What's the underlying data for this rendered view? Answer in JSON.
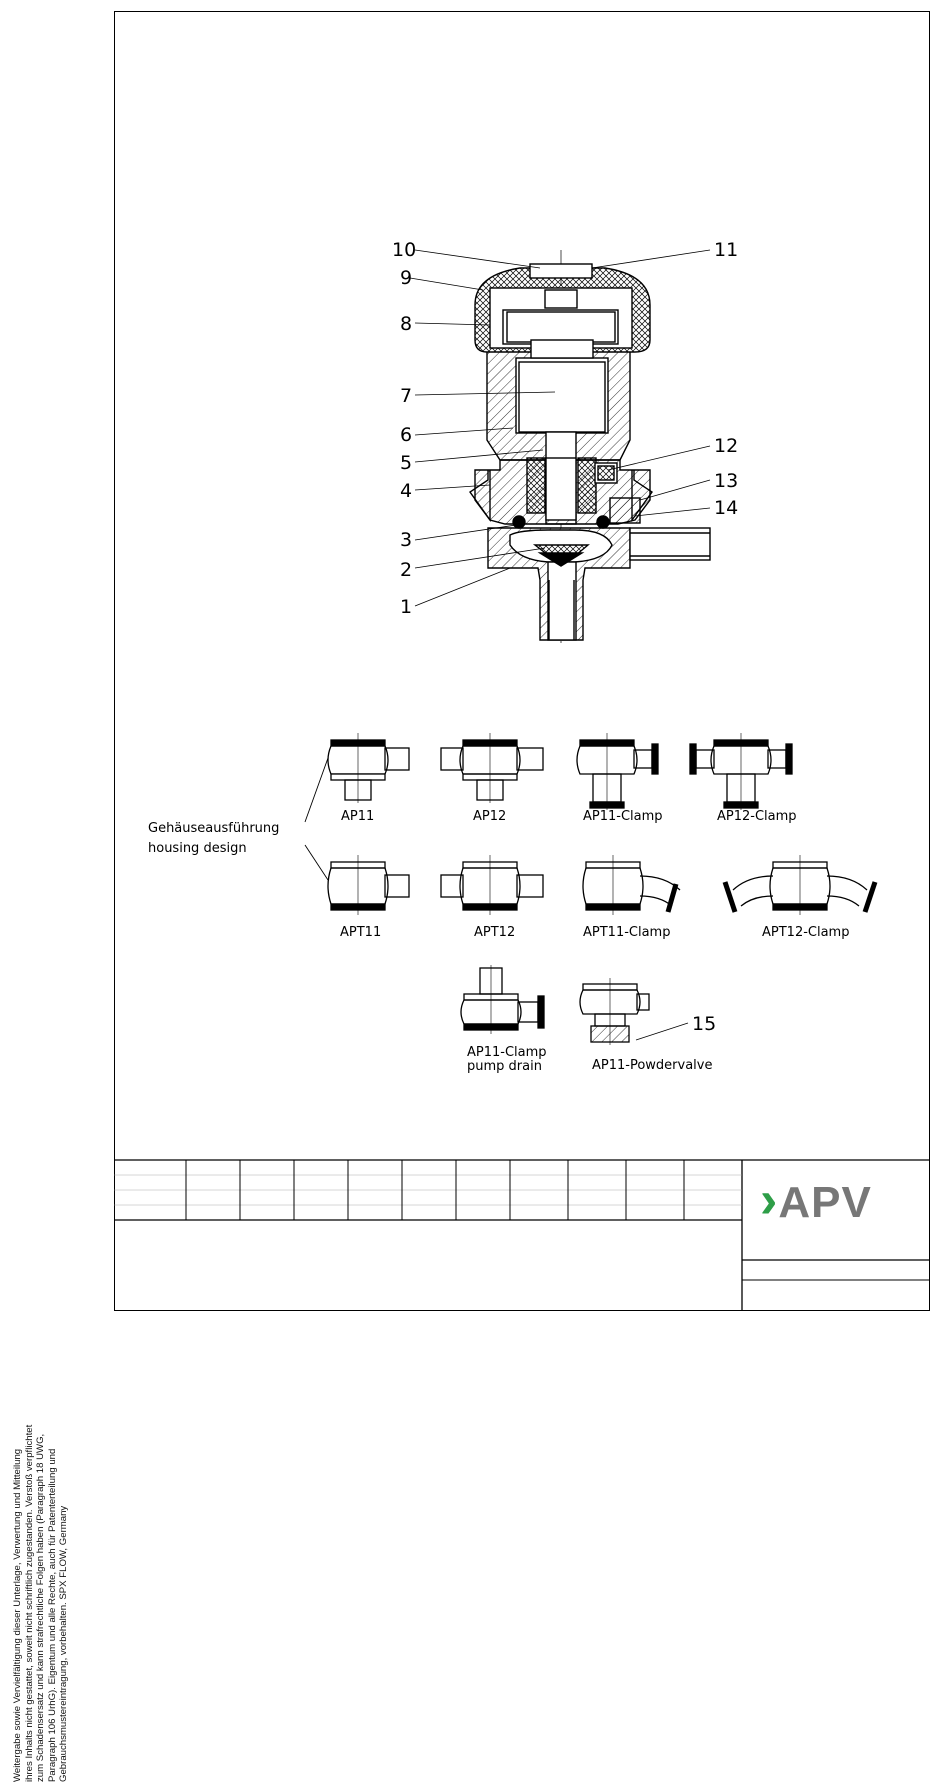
{
  "side_note": [
    "Weitergabe sowie Vervielfältigung dieser Unterlage, Verwertung und Mitteilung",
    "ihres Inhalts nicht gestattet, soweit nicht schriftlich zugestanden. Verstoß verpflichtet",
    "zum Schadensersatz und kann strafrechtliche Folgen haben (Paragraph 18 UWG,",
    "Paragraph 106 UrhG). Eigentum und alle Rechte, auch für Patenterteilung und",
    "Gebrauchsmustereintragung, vorbehalten. SPX FLOW, Germany"
  ],
  "callouts": [
    "1",
    "2",
    "3",
    "4",
    "5",
    "6",
    "7",
    "8",
    "9",
    "10",
    "11",
    "12",
    "13",
    "14",
    "15"
  ],
  "housing_label": {
    "de": "Gehäuseausführung",
    "en": "housing design"
  },
  "variants": {
    "ap11": "AP11",
    "ap12": "AP12",
    "ap11_clamp": "AP11-Clamp",
    "ap12_clamp": "AP12-Clamp",
    "apt11": "APT11",
    "apt12": "APT12",
    "apt11_clamp": "APT11-Clamp",
    "apt12_clamp": "APT12-Clamp",
    "pump_drain_1": "AP11-Clamp",
    "pump_drain_2": "pump drain",
    "powdervalve": "AP11-Powdervalve"
  },
  "logo": {
    "text": "APV",
    "mark": "›",
    "mark_color": "#2e9e48",
    "text_color": "#777777"
  }
}
